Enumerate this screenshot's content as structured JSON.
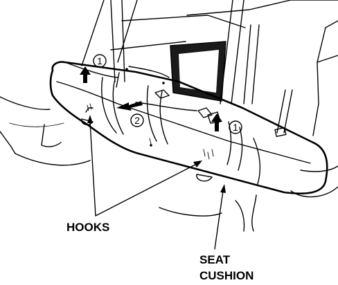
{
  "labels": {
    "hooks": "HOOKS",
    "seat_cushion_line1": "SEAT",
    "seat_cushion_line2": "CUSHION"
  },
  "steps": {
    "step_1_left": "1",
    "step_2": "2",
    "step_1_right": "1"
  },
  "colors": {
    "line": "#000000",
    "background": "#ffffff",
    "back_panel_dark": "#1a1a1a"
  },
  "icons": {
    "lift_arrow": "arrow-up-icon",
    "pull_arrow": "arrow-left-icon"
  }
}
